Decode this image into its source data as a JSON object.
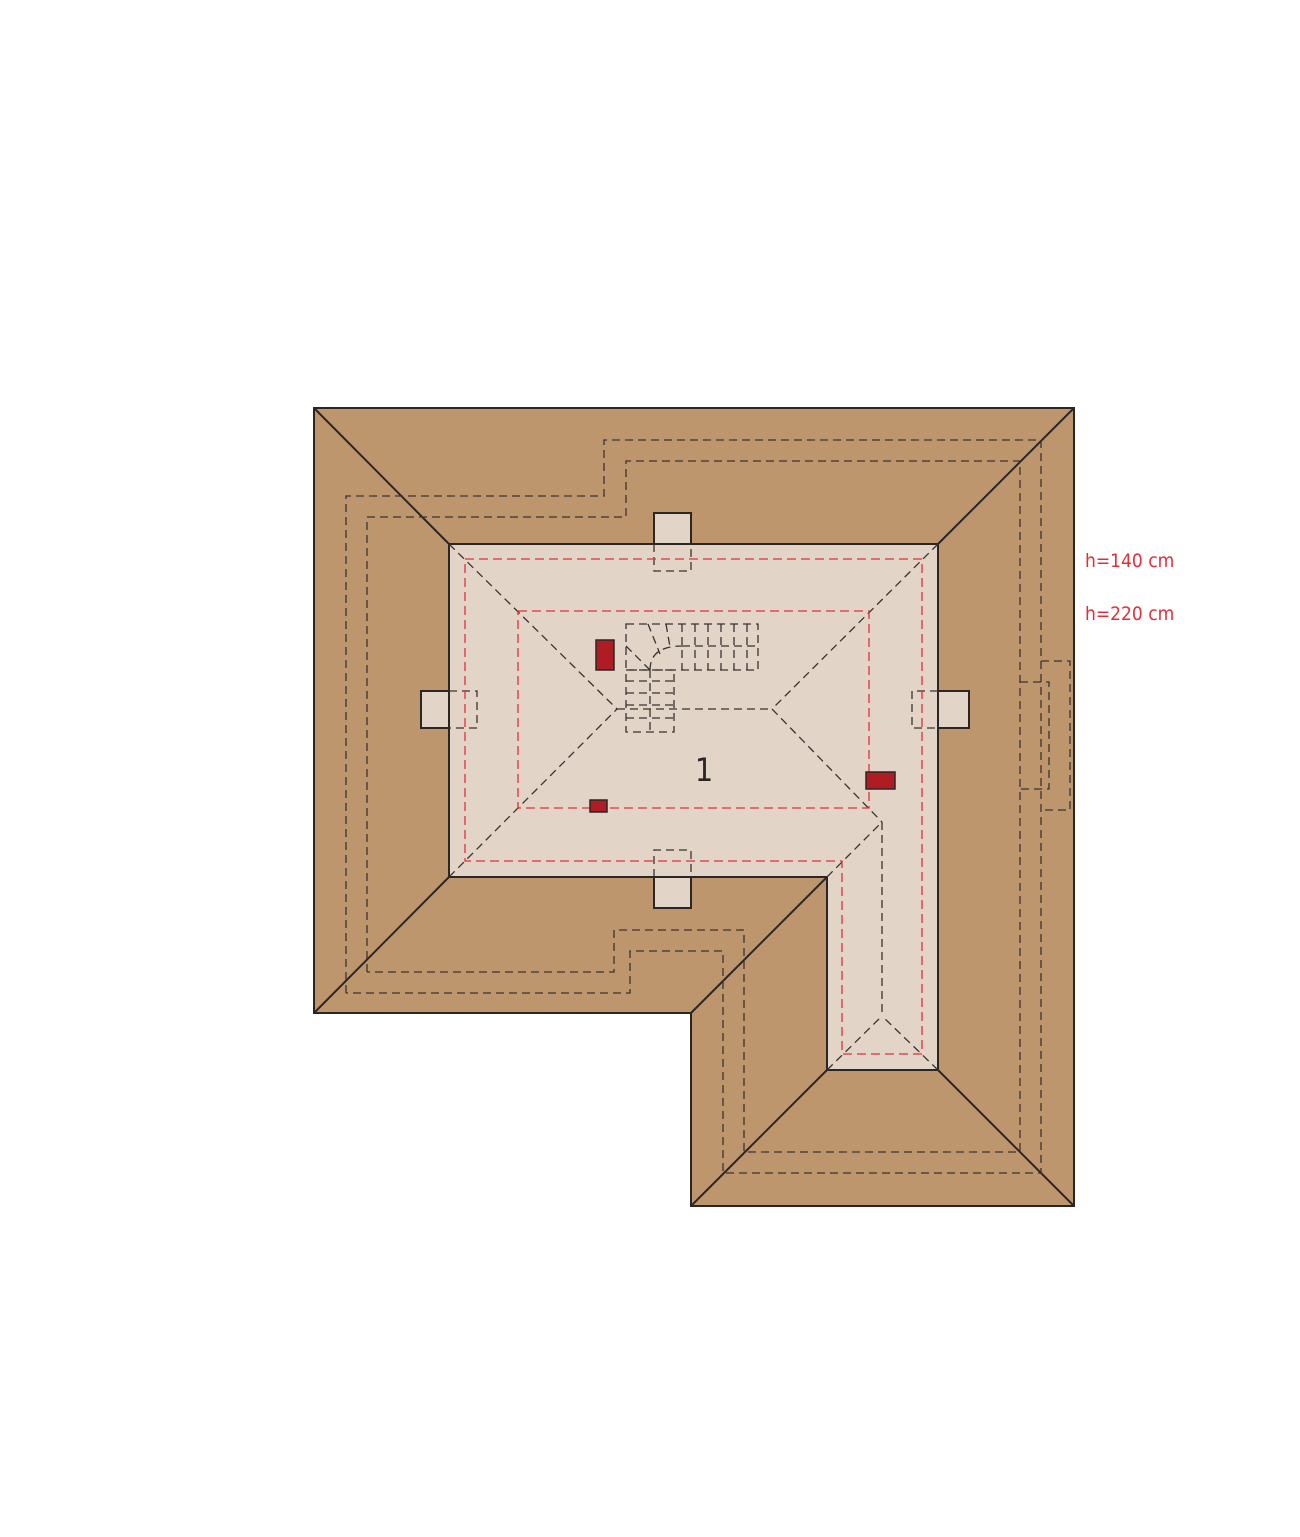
{
  "room_number": "1",
  "height_labels": {
    "low": "h=140 cm",
    "high": "h=220 cm"
  },
  "colors": {
    "roof": "#be966e",
    "floor": "#e3d4c8",
    "outline": "#2b2624",
    "chimney": "#b01c24",
    "height_marker": "#e0303a"
  }
}
